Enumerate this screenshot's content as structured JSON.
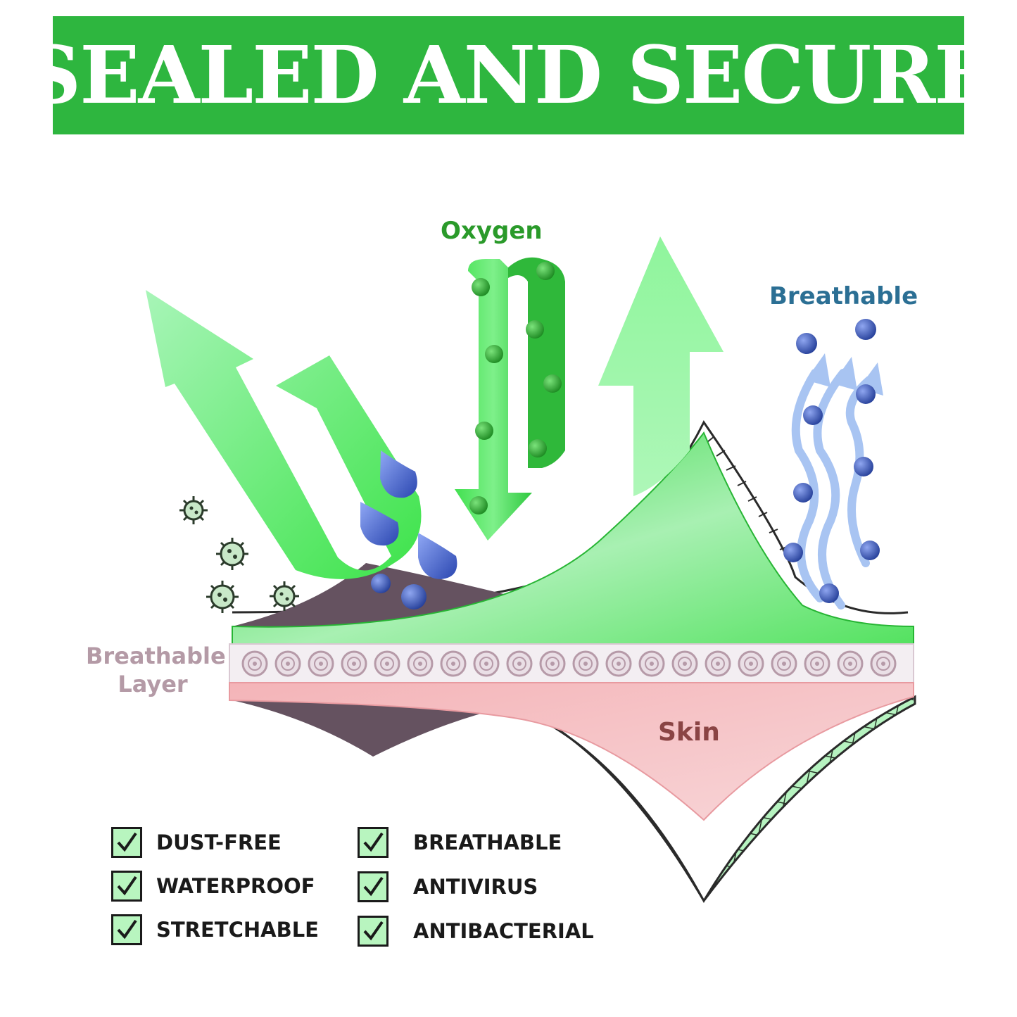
{
  "banner": {
    "title": "SEALED AND SECURE"
  },
  "labels": {
    "oxygen": "Oxygen",
    "breathable": "Breathable",
    "breathable_layer_line1": "Breathable",
    "breathable_layer_line2": "Layer",
    "skin": "Skin"
  },
  "features": {
    "left": [
      "DUST-FREE",
      "WATERPROOF",
      "STRETCHABLE"
    ],
    "right": [
      "BREATHABLE",
      "ANTIVIRUS",
      "ANTIBACTERIAL"
    ]
  },
  "colors": {
    "banner_green": "#2eb63f",
    "oxygen_green": "#2a9a2a",
    "breathable_blue": "#2b6f94",
    "layer_pink": "#b49aa6",
    "skin_brown": "#8a4444",
    "checkbox_fill": "#b8f5bf"
  },
  "icons": [
    "virus-icon",
    "water-drop-icon",
    "oxygen-molecule-icon",
    "air-molecule-icon",
    "check-icon"
  ]
}
